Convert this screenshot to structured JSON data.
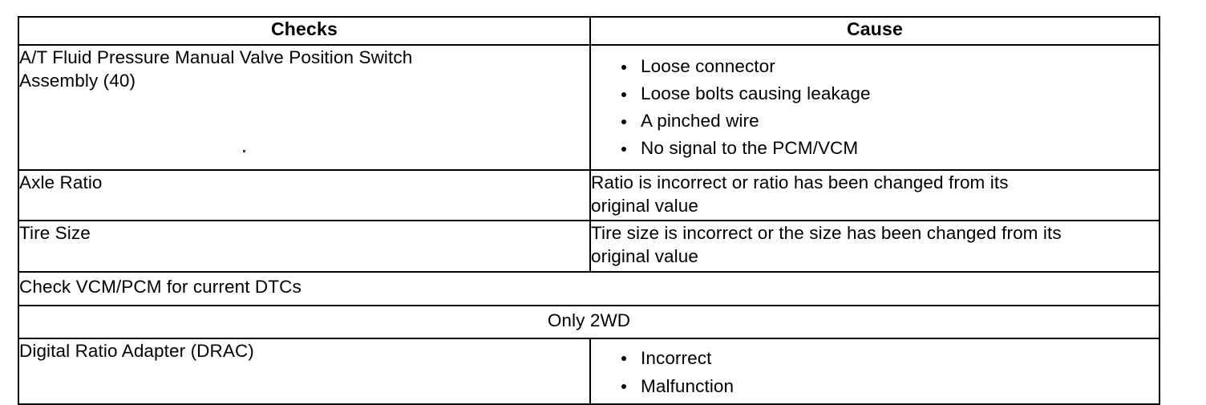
{
  "document": {
    "type": "service-manual-diagnostic-table",
    "background_color": "#ffffff",
    "text_color": "#000000",
    "border_color": "#000000"
  },
  "table": {
    "headers": {
      "checks": "Checks",
      "cause": "Cause"
    },
    "rows": [
      {
        "id": "switch-assembly",
        "layout": "two-column",
        "check": "A/T Fluid Pressure Manual Valve Position Switch\nAssembly (40)",
        "cause_type": "bullets",
        "cause_bullets": [
          "Loose connector",
          "Loose bolts causing leakage",
          "A pinched wire",
          "No signal to the PCM/VCM"
        ]
      },
      {
        "id": "axle-ratio",
        "layout": "two-column",
        "check": "Axle Ratio",
        "cause_type": "text",
        "cause_text": "Ratio is incorrect or ratio has been changed from its\noriginal value"
      },
      {
        "id": "tire-size",
        "layout": "two-column",
        "check": "Tire Size",
        "cause_type": "text",
        "cause_text": "Tire size is incorrect or the size has been changed from its\noriginal value"
      },
      {
        "id": "check-vcm-pcm",
        "layout": "full-width-left",
        "check": "Check VCM/PCM for current DTCs"
      },
      {
        "id": "only-2wd",
        "layout": "full-width-center",
        "check": "Only 2WD"
      },
      {
        "id": "drac",
        "layout": "two-column",
        "check": "Digital Ratio Adapter (DRAC)",
        "cause_type": "bullets",
        "cause_bullets": [
          "Incorrect",
          "Malfunction"
        ]
      }
    ]
  }
}
